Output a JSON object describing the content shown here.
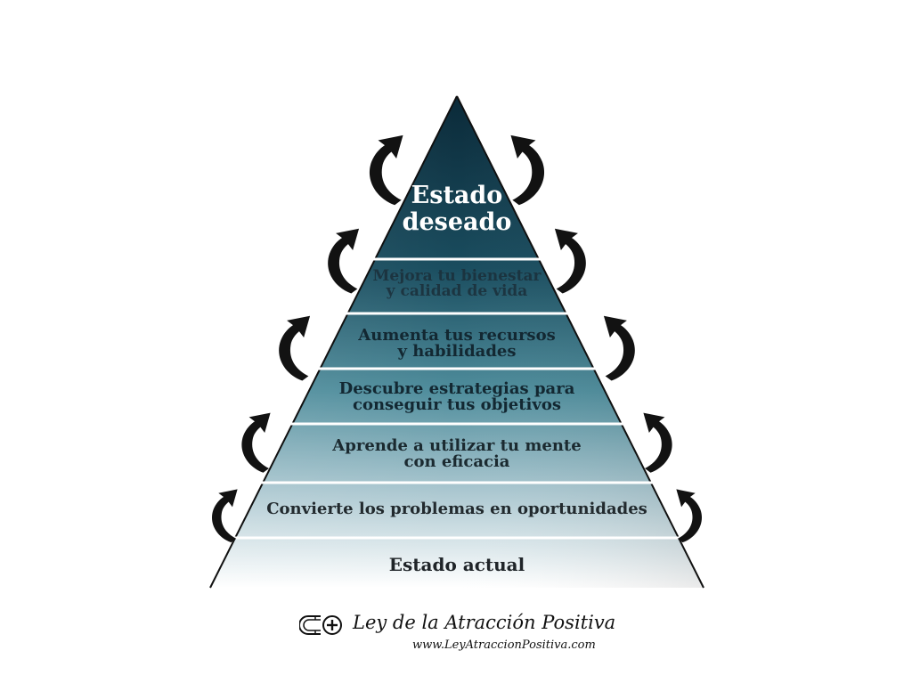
{
  "pyramid": {
    "top": [
      "Estado",
      "deseado"
    ],
    "levels": [
      [
        "Mejora tu bienestar",
        "y calidad de vida"
      ],
      [
        "Aumenta tus recursos",
        "y habilidades"
      ],
      [
        "Descubre estrategias para",
        "conseguir tus objetivos"
      ],
      [
        "Aprende a utilizar tu mente",
        "con eficacia"
      ],
      [
        "Convierte los problemas en oportunidades"
      ],
      [
        "Estado actual"
      ]
    ],
    "colors": {
      "apex": "#0c2c3c",
      "base": "#ffffff",
      "divider": "#ffffff",
      "arrow": "#111111"
    }
  },
  "brand": {
    "name": "Ley de la Atracción Positiva",
    "url": "www.LeyAtraccionPositiva.com",
    "logo_icon": "magnet-plus-icon"
  }
}
